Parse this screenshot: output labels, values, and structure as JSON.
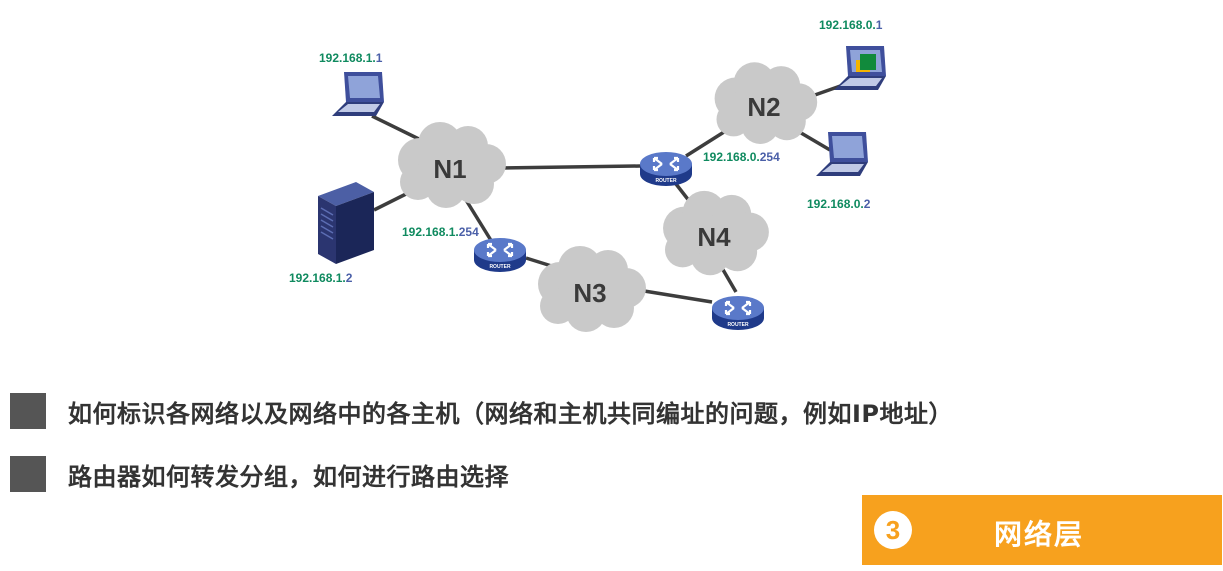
{
  "diagram": {
    "networks": {
      "n1": "N1",
      "n2": "N2",
      "n3": "N3",
      "n4": "N4"
    },
    "router_label": "ROUTER",
    "hosts": {
      "laptop_n1": {
        "net": "192.168.1.",
        "host": "1"
      },
      "server_n1": {
        "net": "192.168.1.",
        "host": "2"
      },
      "router_n1": {
        "net": "192.168.1.",
        "host": "254"
      },
      "laptop_n2_top": {
        "net": "192.168.0.",
        "host": "1"
      },
      "laptop_n2_bottom": {
        "net": "192.168.0.",
        "host": "2"
      },
      "router_n2": {
        "net": "192.168.0.",
        "host": "254"
      }
    }
  },
  "bullets": [
    "如何标识各网络以及网络中的各主机（网络和主机共同编址的问题，例如IP地址）",
    "路由器如何转发分组，如何进行路由选择"
  ],
  "layer": {
    "number": "3",
    "title": "网络层"
  },
  "colors": {
    "ip_network_part": "#0f8a5f",
    "ip_host_part": "#4a5fa8",
    "banner": "#f7a11e",
    "bullet_square": "#555555"
  }
}
